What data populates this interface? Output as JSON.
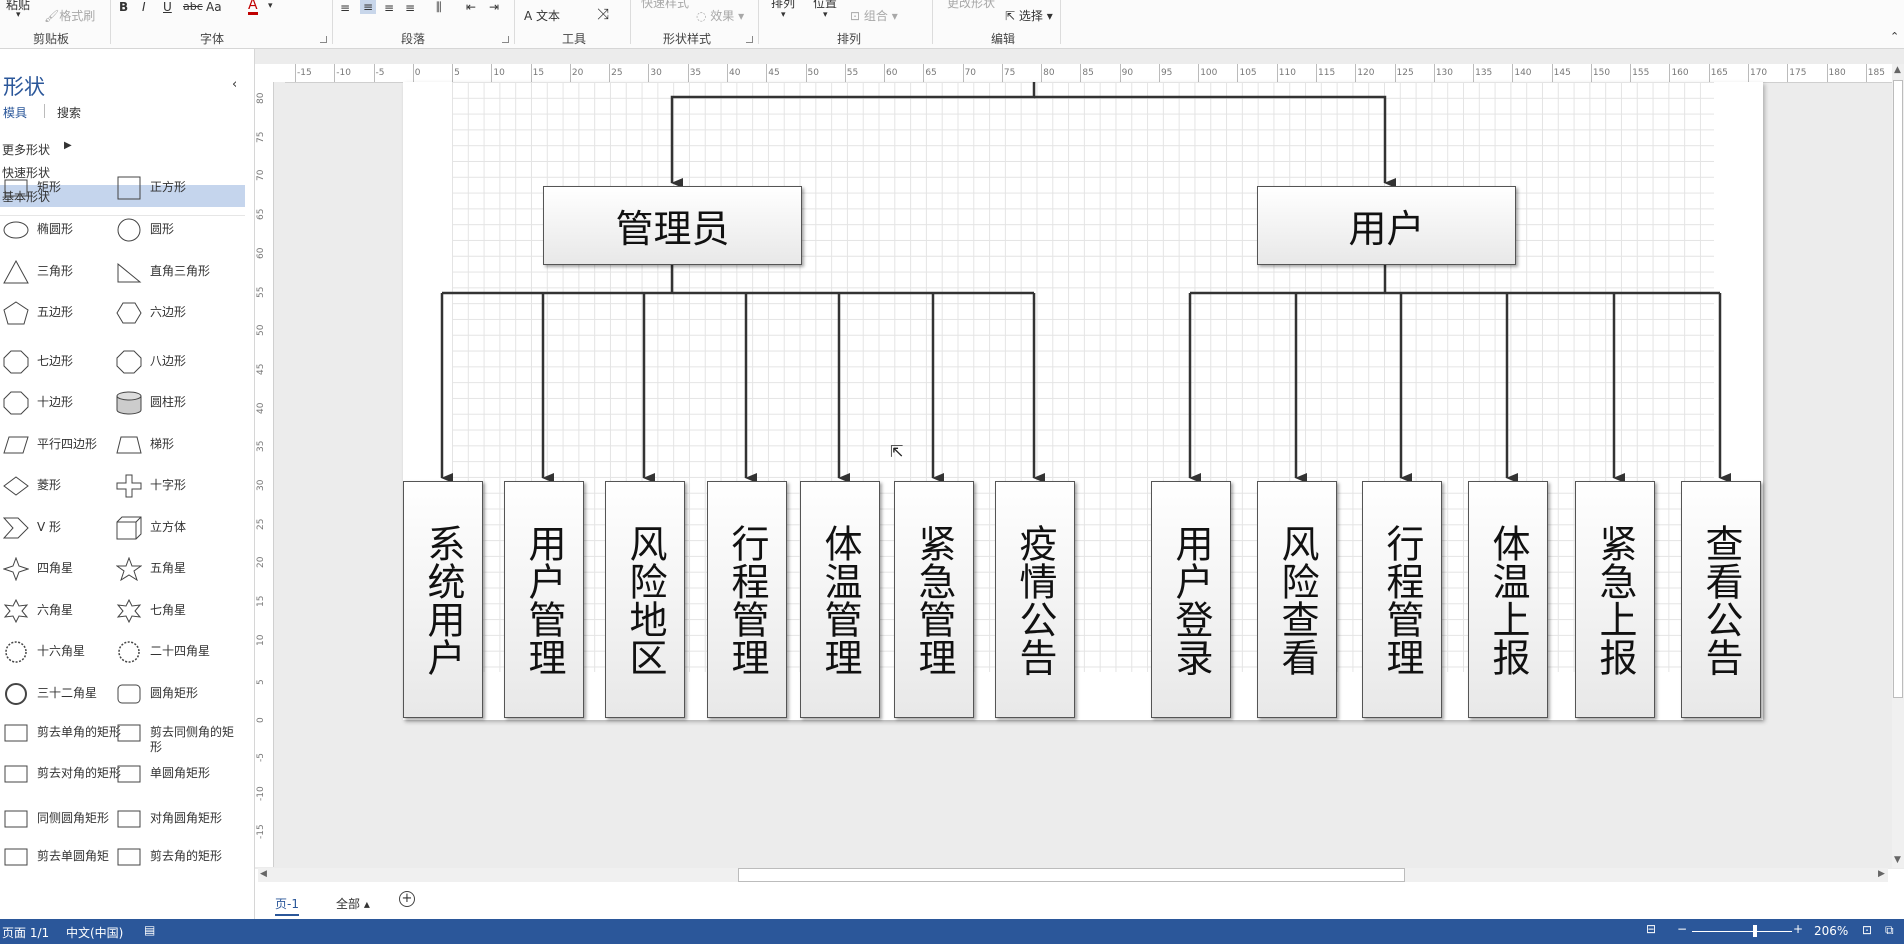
{
  "ribbon": {
    "paste": "粘贴",
    "format_painter": "格式刷",
    "bold": "B",
    "italic": "I",
    "underline": "U",
    "strike": "abc",
    "font_size": "Aa",
    "font_color": "A",
    "text_tool": "文本",
    "quick_styles": "快速样式",
    "effects": "效果",
    "arrange": "排列",
    "position": "位置",
    "group": "组合",
    "change_shape": "更改形状",
    "select": "选择",
    "groups": [
      "剪贴板",
      "字体",
      "段落",
      "工具",
      "形状样式",
      "排列",
      "编辑"
    ]
  },
  "pane": {
    "title": "形状",
    "tab_stencil": "模具",
    "tab_search": "搜索",
    "more_shapes": "更多形状",
    "quick_shapes": "快速形状",
    "basic_shapes": "基本形状",
    "shapes": [
      [
        "矩形",
        "正方形"
      ],
      [
        "椭圆形",
        "圆形"
      ],
      [
        "三角形",
        "直角三角形"
      ],
      [
        "五边形",
        "六边形"
      ],
      [
        "七边形",
        "八边形"
      ],
      [
        "十边形",
        "圆柱形"
      ],
      [
        "平行四边形",
        "梯形"
      ],
      [
        "菱形",
        "十字形"
      ],
      [
        "V 形",
        "立方体"
      ],
      [
        "四角星",
        "五角星"
      ],
      [
        "六角星",
        "七角星"
      ],
      [
        "十六角星",
        "二十四角星"
      ],
      [
        "三十二角星",
        "圆角矩形"
      ],
      [
        "剪去单角的矩形",
        "剪去同侧角的矩形"
      ],
      [
        "剪去对角的矩形",
        "单圆角矩形"
      ],
      [
        "同侧圆角矩形",
        "对角圆角矩形"
      ],
      [
        "剪去单圆角矩",
        "剪去角的矩形"
      ]
    ]
  },
  "ruler": {
    "h": [
      "-15",
      "-10",
      "-5",
      "0",
      "5",
      "10",
      "15",
      "20",
      "25",
      "30",
      "35",
      "40",
      "45",
      "50",
      "55",
      "60",
      "65",
      "70",
      "75",
      "80",
      "85",
      "90",
      "95",
      "100",
      "105",
      "110",
      "115",
      "120",
      "125",
      "130",
      "135",
      "140",
      "145",
      "150",
      "155",
      "160",
      "165",
      "170",
      "175",
      "180",
      "185"
    ],
    "v": [
      "80",
      "75",
      "70",
      "65",
      "60",
      "55",
      "50",
      "45",
      "40",
      "35",
      "30",
      "25",
      "20",
      "15",
      "10",
      "5",
      "0",
      "-5",
      "-10",
      "-15"
    ]
  },
  "diagram": {
    "admin": "管理员",
    "user": "用户",
    "admin_children": [
      "系统用户",
      "用户管理",
      "风险地区",
      "行程管理",
      "体温管理",
      "紧急管理",
      "疫情公告"
    ],
    "user_children": [
      "用户登录",
      "风险查看",
      "行程管理",
      "体温上报",
      "紧急上报",
      "查看公告"
    ]
  },
  "tabs": {
    "page": "页-1",
    "all": "全部"
  },
  "status": {
    "page": "页面 1/1",
    "lang": "中文(中国)",
    "zoom": "206%"
  }
}
